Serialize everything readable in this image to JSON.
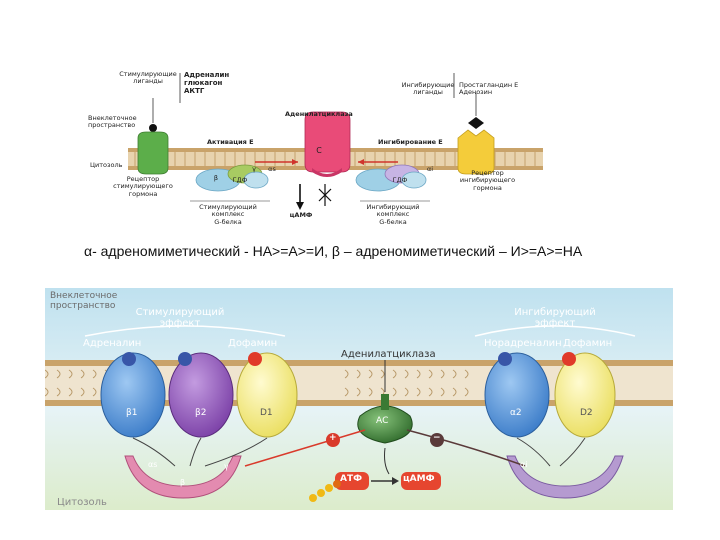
{
  "top": {
    "stim_ligands": "Стимулирующие\nлиганды",
    "stim_ligand_list": "Адреналин\nглюкагон\nАКТГ",
    "inhib_ligands": "Ингибирующие\nлиганды",
    "inhib_ligand_list": "Простагландин Е\nАденозин",
    "extracellular": "Внеклеточное\nпространство",
    "adenylate_cyclase": "Аденилатциклаза",
    "activation": "Активация Е",
    "inhibition": "Ингибирование Е",
    "cytosol": "Цитозоль",
    "stim_receptor": "Рецептор\nстимулирующего\nгормона",
    "inhib_receptor": "Рецептор\nингибирующего\nгормона",
    "stim_complex": "Стимулирующий\nкомплекс\nG-белка",
    "camp": "цАМФ",
    "inhib_complex": "Ингибирующий\nкомплекс\nG-белка",
    "gdp_left": "ГДФ",
    "gdp_right": "ГДФ",
    "enzyme_c": "С",
    "alpha_s": "αs",
    "alpha_i": "αi",
    "beta": "β",
    "gamma": "γ"
  },
  "caption": "α- адреномиметический - НА>=А>=И, β – адреномиметический – И>=А>=НА",
  "bottom": {
    "extracellular": "Внеклеточное\nпространство",
    "stim_effect": "Стимулирующий\nэффект",
    "inhib_effect": "Ингибирующий\nэффект",
    "adrenaline": "Адреналин",
    "dopamine_left": "Дофамин",
    "noradrenaline": "Норадреналин",
    "dopamine_right": "Дофамин",
    "adenylate_cyclase": "Аденилатциклаза",
    "ac": "АС",
    "atp": "АТФ",
    "camp": "цАМФ",
    "cytosol": "Цитозоль",
    "plus": "+",
    "minus": "−",
    "r_b1": "β1",
    "r_b2": "β2",
    "r_d1": "D1",
    "r_a2": "α2",
    "r_d2": "D2",
    "gs_alpha": "αs",
    "gi_alpha": "αi",
    "beta": "β",
    "gamma": "γ"
  },
  "colors": {
    "membrane": "#c9a36a",
    "bottom_bg": "#cfe8f3",
    "bottom_lower": "#e3f0d6",
    "rec_blue": "#4a8fd8",
    "rec_purple": "#8a4fb3",
    "rec_yellow": "#f2ea7a",
    "ac_green": "#3f7d3a",
    "stim_green": "#5cae4a",
    "enzyme_pink": "#e94b78",
    "inhib_yellow": "#f4cc3a"
  }
}
